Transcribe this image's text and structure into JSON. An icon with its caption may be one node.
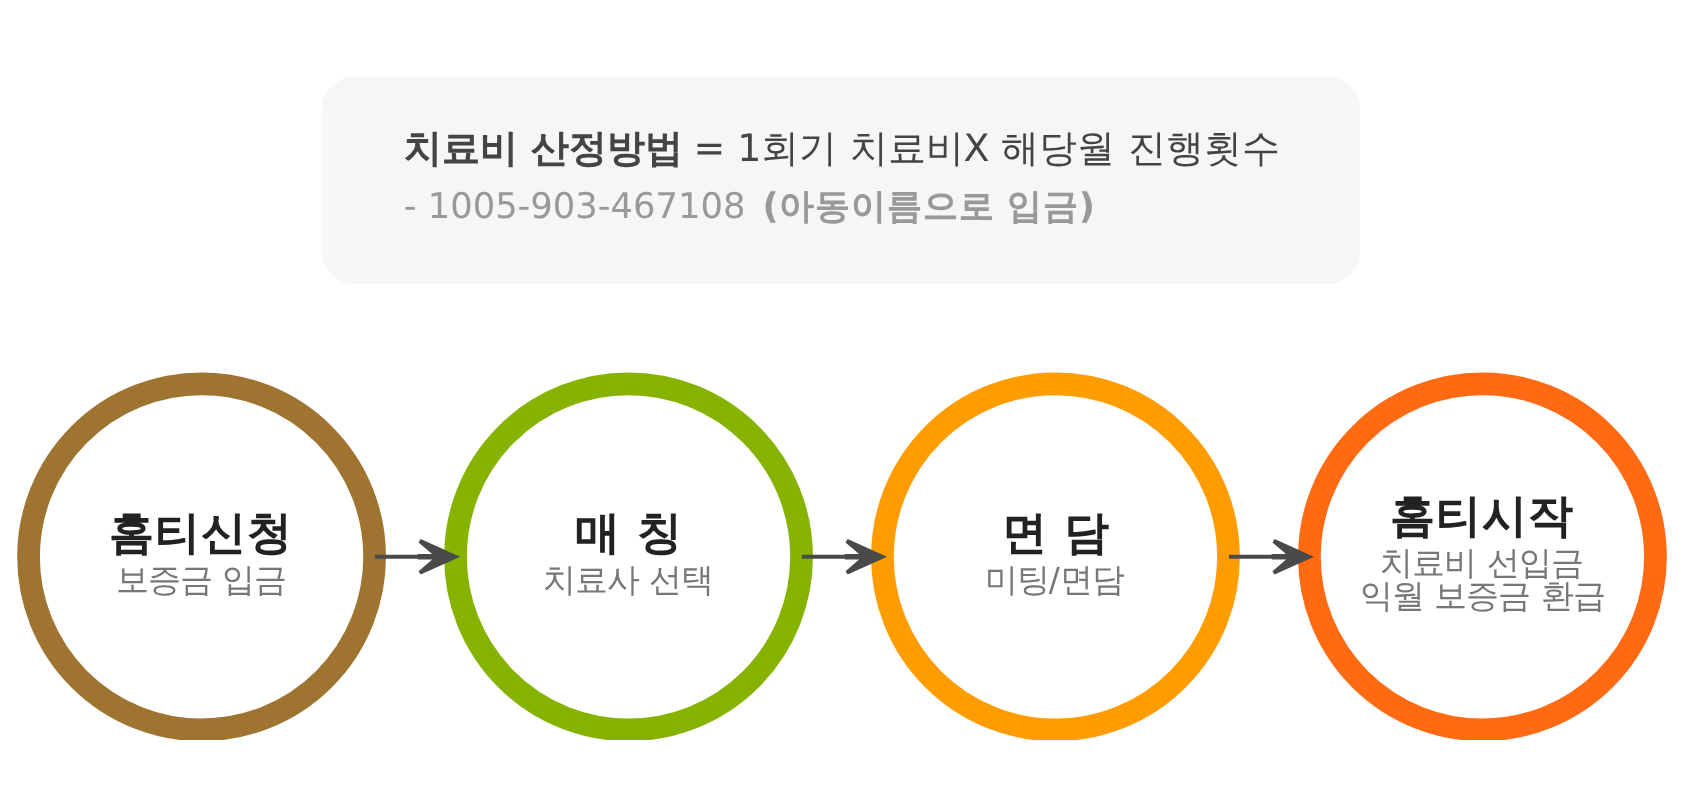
{
  "diagram": {
    "nodes": [
      {
        "text": [
          "**치료비 산정방법** = 1회기 치료비X 해당월 진행횟수",
          "- 1005-903-467108 **(아동이름으로 입금)**"
        ]
      },
      {
        "text": [
          "홈티신청",
          "보증금 입금"
        ]
      },
      {
        "text": [
          "매 칭",
          "치료사 선택"
        ]
      },
      {
        "text": [
          "면 담",
          "미팅/면담"
        ]
      },
      {
        "text": [
          "홈티시작",
          "치료비 선입금 익월 보증금 환급"
        ]
      }
    ],
    "edges": [
      {
        "from": 1,
        "to": 2,
        "arrow": "to"
      },
      {
        "from": 2,
        "to": 3,
        "arrow": "to"
      },
      {
        "from": 3,
        "to": 4,
        "arrow": "to"
      }
    ]
  }
}
